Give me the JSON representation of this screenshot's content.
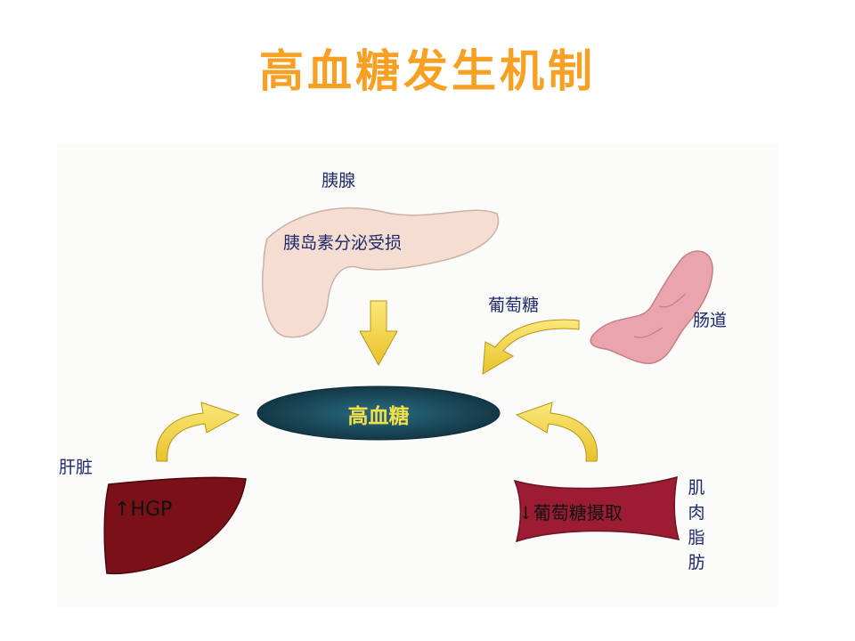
{
  "title": "高血糖发生机制",
  "nodes": {
    "pancreas": {
      "label": "胰腺",
      "desc": "胰岛素分泌受损"
    },
    "intestine": {
      "label": "肠道",
      "arrow_label": "葡萄糖"
    },
    "center": {
      "label": "高血糖"
    },
    "liver": {
      "label": "肝脏",
      "arrow": "↑",
      "desc": "HGP"
    },
    "muscle": {
      "label": "肌肉脂肪",
      "arrow": "↓",
      "desc": "葡萄糖摄取"
    }
  },
  "colors": {
    "title": "#f7a023",
    "label": "#1f2a6b",
    "arrow": "#f5d842",
    "center_fill": "#1d4a5e",
    "center_text": "#f2e04a",
    "pancreas": "#f6ddd2",
    "liver": "#7a1018",
    "muscle": "#9c1d33",
    "intestine": "#e9a5ab"
  },
  "icons": [
    "pancreas-organ",
    "intestine-organ",
    "liver-organ",
    "muscle-organ",
    "down-arrow",
    "curved-arrow"
  ]
}
